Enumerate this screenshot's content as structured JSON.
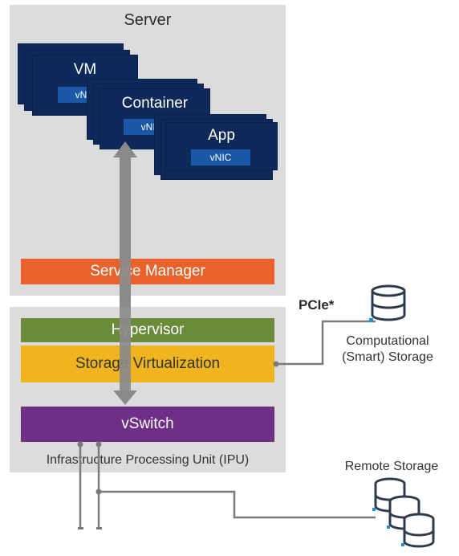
{
  "server": {
    "title": "Server"
  },
  "cards": {
    "vm": {
      "title": "VM",
      "vnic": "vNIC"
    },
    "container": {
      "title": "Container",
      "vnic": "vNIC"
    },
    "app": {
      "title": "App",
      "vnic": "vNIC"
    }
  },
  "bars": {
    "service_manager": "Service Manager",
    "hypervisor": "Hypervisor",
    "storage_virtualization": "Storage Virtualization",
    "vswitch": "vSwitch"
  },
  "ipu": {
    "label": "Infrastructure Processing Unit (IPU)"
  },
  "pcie": {
    "label": "PCIe*"
  },
  "computational_storage": {
    "line1": "Computational",
    "line2": "(Smart) Storage"
  },
  "remote_storage": {
    "label": "Remote Storage"
  },
  "colors": {
    "panel": "#dcdcdc",
    "card_navy": "#0e2a5a",
    "vnic_blue": "#1a57a6",
    "service_manager": "#e8622a",
    "hypervisor": "#6b8a3a",
    "storage_virtualization": "#f0b41e",
    "vswitch": "#6e2f86",
    "connector_gray": "#7a7a7a"
  }
}
